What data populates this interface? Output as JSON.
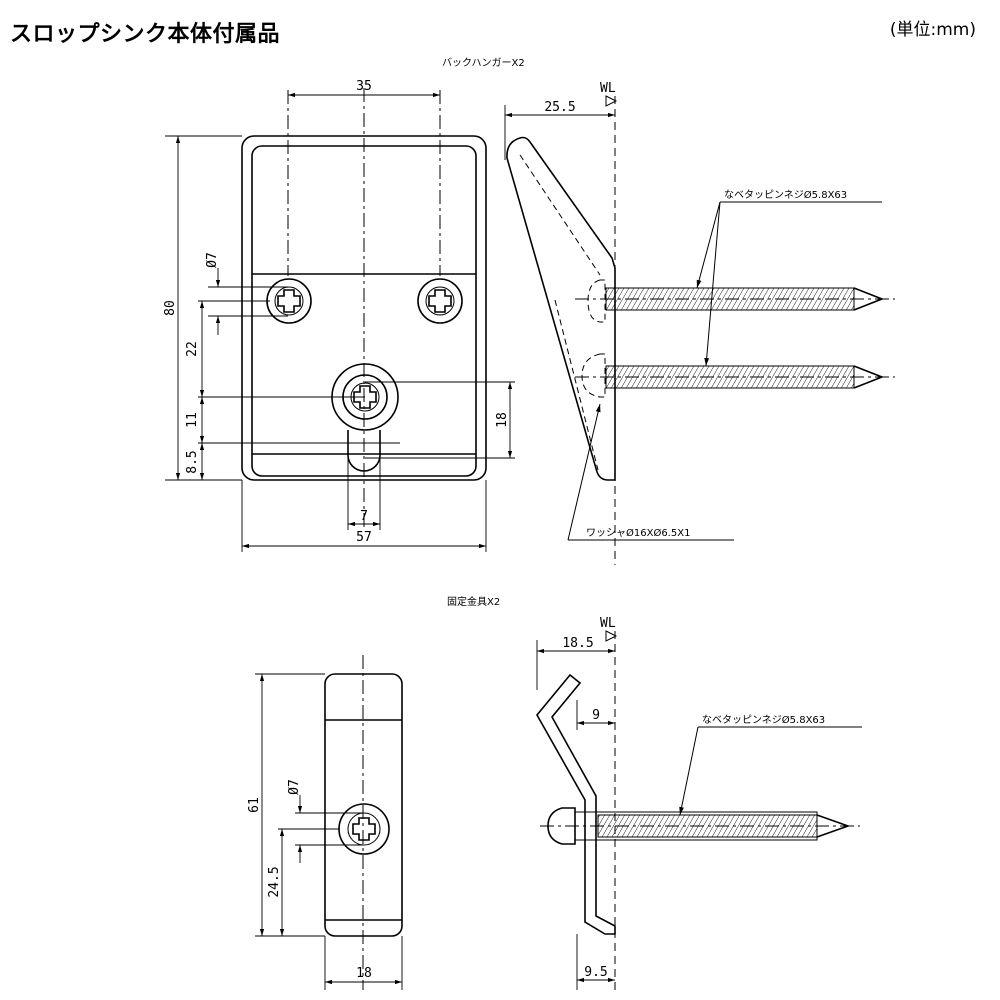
{
  "header": {
    "title": "スロップシンク本体付属品",
    "unit": "(単位:mm)"
  },
  "back_hanger": {
    "caption": "バックハンガーX2",
    "dims": {
      "width_top": "35",
      "height": "80",
      "hole_dia": "Ø7",
      "d22": "22",
      "d11": "11",
      "d8_5": "8.5",
      "d18": "18",
      "slot_width": "7",
      "width_total": "57"
    },
    "side": {
      "wl": "WL",
      "offset": "25.5",
      "screw": "なベタッピンネジØ5.8X63",
      "washer": "ワッシャØ16XØ6.5X1"
    }
  },
  "fixing_bracket": {
    "caption": "固定金具X2",
    "dims": {
      "height": "61",
      "hole_dia": "Ø7",
      "d24_5": "24.5",
      "width": "18"
    },
    "side": {
      "wl": "WL",
      "offset_top": "18.5",
      "offset_mid": "9",
      "offset_bottom": "9.5",
      "screw": "なベタッピンネジØ5.8X63"
    }
  }
}
